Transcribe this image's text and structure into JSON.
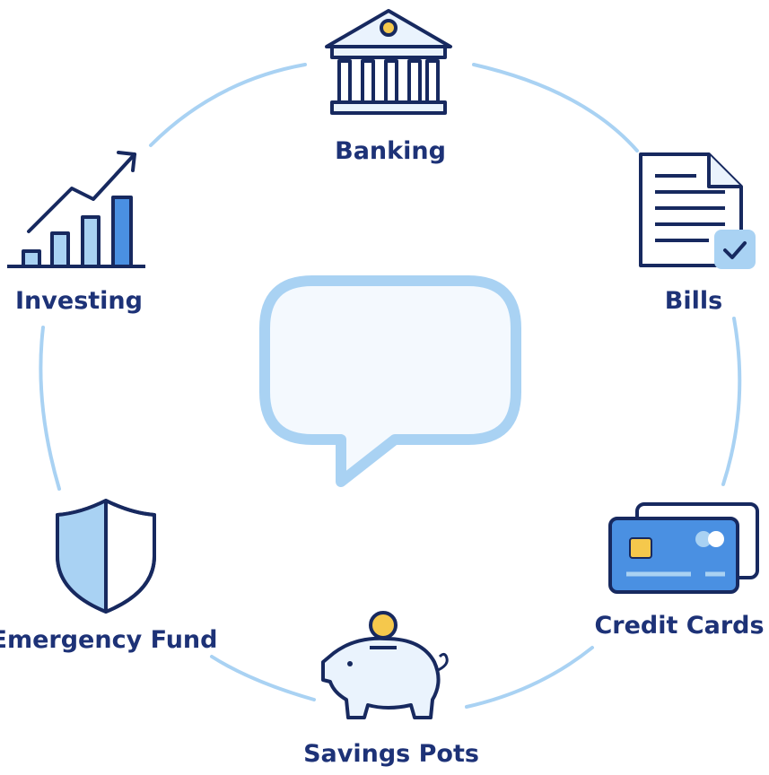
{
  "nodes": [
    {
      "id": "banking",
      "label": "Banking",
      "icon": "bank-icon"
    },
    {
      "id": "bills",
      "label": "Bills",
      "icon": "bill-document-icon"
    },
    {
      "id": "credit",
      "label": "Credit Cards",
      "icon": "credit-cards-icon"
    },
    {
      "id": "savings",
      "label": "Savings Pots",
      "icon": "piggy-bank-icon"
    },
    {
      "id": "emergency",
      "label": "Emergency Fund",
      "icon": "shield-icon"
    },
    {
      "id": "investing",
      "label": "Investing",
      "icon": "growth-chart-icon"
    }
  ],
  "center": {
    "icon": "chat-bubble-icon"
  },
  "colors": {
    "ring": "#a9d2f3",
    "outline": "#17295f",
    "fill": "#c8e2fa",
    "accent": "#4a90e2",
    "coin": "#f5c84c",
    "label": "#1d3277"
  }
}
